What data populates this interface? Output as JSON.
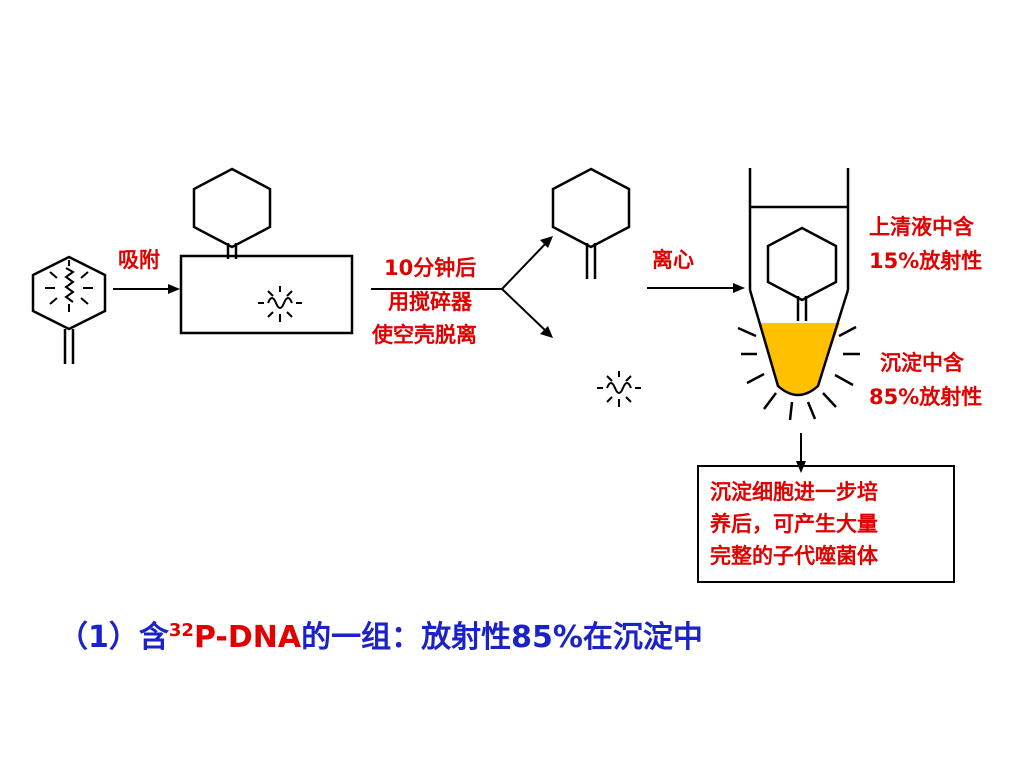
{
  "labels": {
    "adsorb": "吸附",
    "after_10min": "10分钟后",
    "blender": "用搅碎器",
    "detach": "使空壳脱离",
    "centrifuge": "离心",
    "supernatant_1": "上清液中含",
    "supernatant_2": "15%放射性",
    "pellet_1": "沉淀中含",
    "pellet_2": "85%放射性"
  },
  "result_box": {
    "line1": "沉淀细胞进一步培",
    "line2": "养后，可产生大量",
    "line3": "完整的子代噬菌体"
  },
  "note": {
    "prefix": "（1）含",
    "superscript": "32",
    "highlight": "P-DNA",
    "suffix": "的一组：放射性85%在沉淀中"
  },
  "colors": {
    "label_red": "#e00000",
    "note_blue": "#1a22c8",
    "pellet_fill": "#ffc000"
  }
}
